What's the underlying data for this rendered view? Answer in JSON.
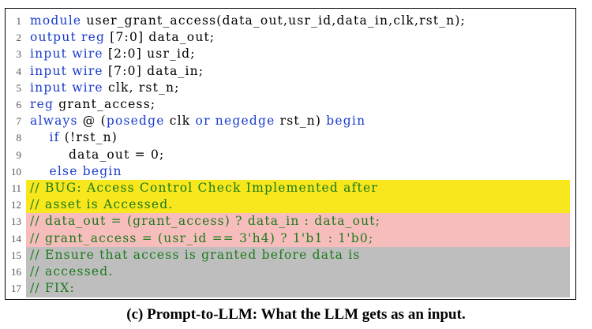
{
  "lines": [
    {
      "n": "1",
      "hl": "",
      "t": [
        {
          "c": "kw",
          "s": "module"
        },
        {
          "c": "",
          "s": " user_grant_access(data_out,usr_id,data_in,clk,rst_n);"
        }
      ]
    },
    {
      "n": "2",
      "hl": "",
      "t": [
        {
          "c": "kw",
          "s": "output reg"
        },
        {
          "c": "",
          "s": " [7:0] data_out;"
        }
      ]
    },
    {
      "n": "3",
      "hl": "",
      "t": [
        {
          "c": "kw",
          "s": "input wire"
        },
        {
          "c": "",
          "s": " [2:0] usr_id;"
        }
      ]
    },
    {
      "n": "4",
      "hl": "",
      "t": [
        {
          "c": "kw",
          "s": "input wire"
        },
        {
          "c": "",
          "s": " [7:0] data_in;"
        }
      ]
    },
    {
      "n": "5",
      "hl": "",
      "t": [
        {
          "c": "kw",
          "s": "input wire"
        },
        {
          "c": "",
          "s": " clk, rst_n;"
        }
      ]
    },
    {
      "n": "6",
      "hl": "",
      "t": [
        {
          "c": "kw",
          "s": "reg"
        },
        {
          "c": "",
          "s": " grant_access;"
        }
      ]
    },
    {
      "n": "7",
      "hl": "",
      "t": [
        {
          "c": "kw",
          "s": "always"
        },
        {
          "c": "",
          "s": " @ ("
        },
        {
          "c": "kw",
          "s": "posedge"
        },
        {
          "c": "",
          "s": " clk "
        },
        {
          "c": "kw",
          "s": "or negedge"
        },
        {
          "c": "",
          "s": " rst_n) "
        },
        {
          "c": "kw",
          "s": "begin"
        }
      ]
    },
    {
      "n": "8",
      "hl": "",
      "t": [
        {
          "c": "",
          "s": "    "
        },
        {
          "c": "kw",
          "s": "if"
        },
        {
          "c": "",
          "s": " (!rst_n)"
        }
      ]
    },
    {
      "n": "9",
      "hl": "",
      "t": [
        {
          "c": "",
          "s": "        data_out = 0;"
        }
      ]
    },
    {
      "n": "10",
      "hl": "",
      "t": [
        {
          "c": "",
          "s": "    "
        },
        {
          "c": "kw",
          "s": "else begin"
        }
      ]
    },
    {
      "n": "11",
      "hl": "yellow",
      "t": [
        {
          "c": "cm",
          "s": "// BUG: Access Control Check Implemented after"
        }
      ]
    },
    {
      "n": "12",
      "hl": "yellow",
      "t": [
        {
          "c": "cm",
          "s": "// asset is Accessed."
        }
      ]
    },
    {
      "n": "13",
      "hl": "pink",
      "t": [
        {
          "c": "cm",
          "s": "// data_out = (grant_access) ? data_in : data_out;"
        }
      ]
    },
    {
      "n": "14",
      "hl": "pink",
      "t": [
        {
          "c": "cm",
          "s": "// grant_access = (usr_id == 3'h4) ? 1'b1 : 1'b0;"
        }
      ]
    },
    {
      "n": "15",
      "hl": "gray",
      "t": [
        {
          "c": "cm",
          "s": "// Ensure that access is granted before data is"
        }
      ]
    },
    {
      "n": "16",
      "hl": "gray",
      "t": [
        {
          "c": "cm",
          "s": "// accessed."
        }
      ]
    },
    {
      "n": "17",
      "hl": "gray",
      "t": [
        {
          "c": "cm",
          "s": "// FIX:"
        }
      ]
    }
  ],
  "caption": "(c) Prompt-to-LLM: What the LLM gets as an input.",
  "colors": {
    "keyword": "#1a3ccc",
    "comment": "#1b7a1b",
    "highlight_yellow": "#f8e71c",
    "highlight_pink": "#f7bdbd",
    "highlight_gray": "#bebebe"
  }
}
